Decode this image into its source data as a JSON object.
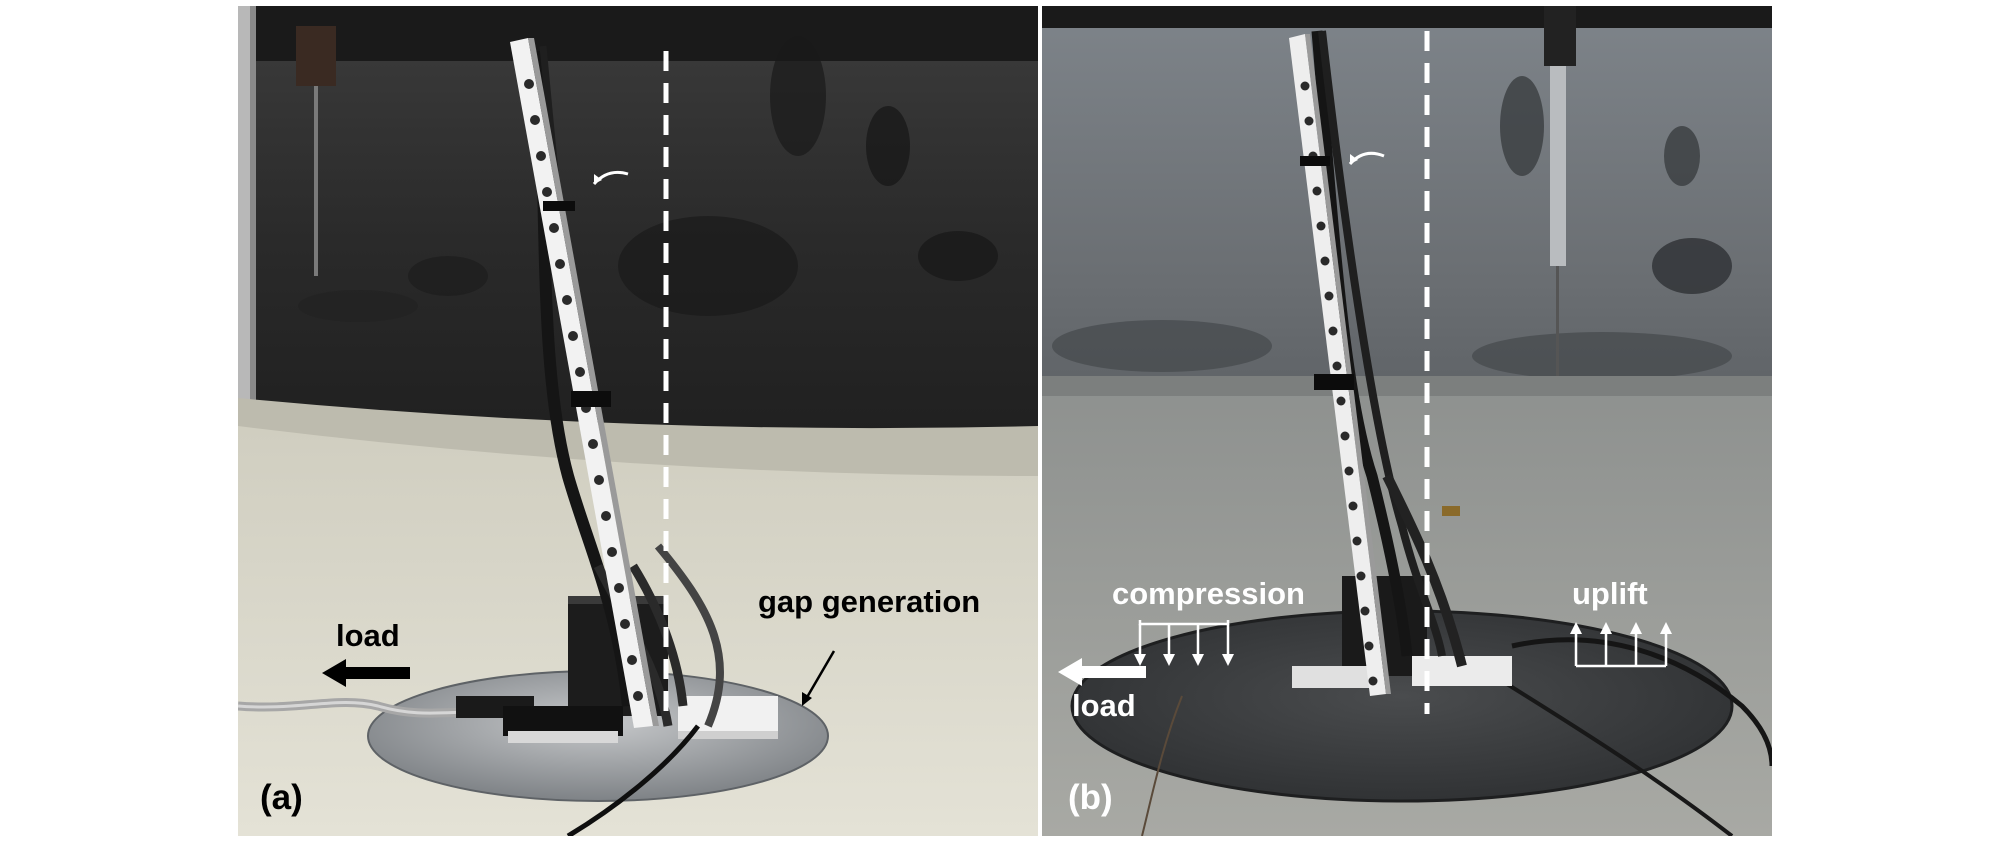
{
  "panels": [
    {
      "label": "(a)"
    },
    {
      "label": "(b)"
    }
  ],
  "annotations": {
    "load_a": "load",
    "gap": "gap generation",
    "compression": "compression",
    "uplift": "uplift",
    "load_b": "load"
  },
  "colors": {
    "annotation_a": "#000000",
    "annotation_b": "#ffffff",
    "guide_line": "#ffffff"
  }
}
